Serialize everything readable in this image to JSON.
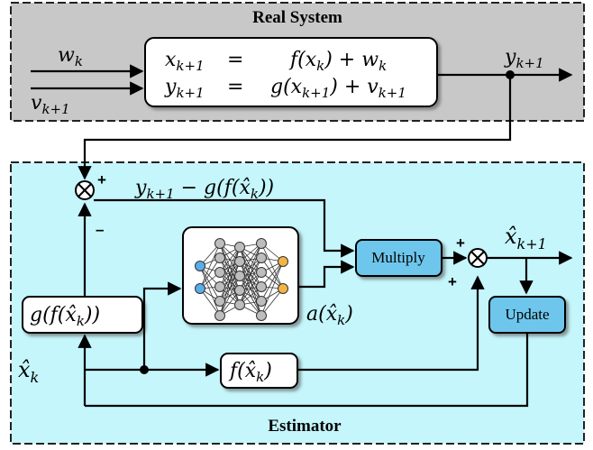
{
  "real_system": {
    "title": "Real System",
    "input_w": "w",
    "input_w_sub": "k",
    "input_v": "v",
    "input_v_sub": "k+1",
    "output_y": "y",
    "output_y_sub": "k+1",
    "eq1_lhs": "x",
    "eq1_lhs_sub": "k+1",
    "eq1_eq": "=",
    "eq1_rhs_a": "f(x",
    "eq1_rhs_sub": "k",
    "eq1_rhs_b": ") + w",
    "eq1_rhs_sub2": "k",
    "eq2_lhs": "y",
    "eq2_lhs_sub": "k+1",
    "eq2_eq": "=",
    "eq2_rhs_a": "g(x",
    "eq2_rhs_sub": "k+1",
    "eq2_rhs_b": ") + v",
    "eq2_rhs_sub2": "k+1"
  },
  "estimator": {
    "title": "Estimator",
    "innovation_a": "y",
    "innovation_sub": "k+1",
    "innovation_b": " − g(f(x̂",
    "innovation_sub2": "k",
    "innovation_c": "))",
    "g_box_a": "g(f(x̂",
    "g_box_sub": "k",
    "g_box_b": "))",
    "xhat_label": "x̂",
    "xhat_sub": "k",
    "f_box_a": "f(x̂",
    "f_box_sub": "k",
    "f_box_b": ")",
    "a_label_a": "a(x̂",
    "a_label_sub": "k",
    "a_label_b": ")",
    "multiply_label": "Multiply",
    "update_label": "Update",
    "output_label": "x̂",
    "output_sub": "k+1",
    "plus_top": "+",
    "minus_top": "–",
    "plus_mid": "+",
    "plus_low": "+"
  },
  "colors": {
    "real_bg": "#c8c8c8",
    "est_bg": "#c4f6fb",
    "button": "#6ec6ec",
    "nn_blue": "#5aaee8",
    "nn_orange": "#f2b544",
    "nn_gray": "#bdbdbd"
  }
}
